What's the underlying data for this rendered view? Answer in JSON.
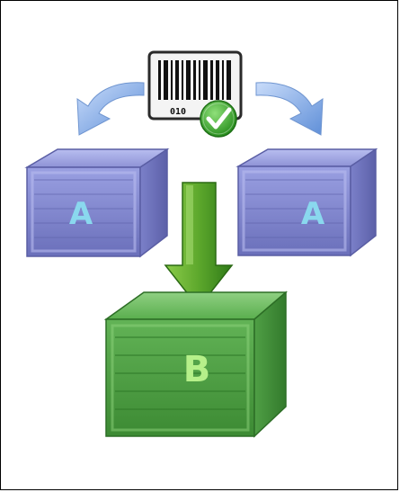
{
  "barcode": {
    "number": "010"
  },
  "crates": {
    "left": {
      "label": "A"
    },
    "right": {
      "label": "A"
    },
    "bottom": {
      "label": "B"
    }
  },
  "icons": [
    "barcode-icon",
    "checkmark-icon",
    "curved-arrow-left-icon",
    "curved-arrow-right-icon",
    "down-arrow-icon"
  ],
  "colors": {
    "blue_crate": "#8f94d9",
    "green_crate": "#53a84e",
    "label_a": "#8ad8ee",
    "label_b": "#b6f08a",
    "arrow_blue": "#7fa9e6",
    "arrow_green": "#4f9b2a",
    "check_green": "#3eaa2a"
  }
}
